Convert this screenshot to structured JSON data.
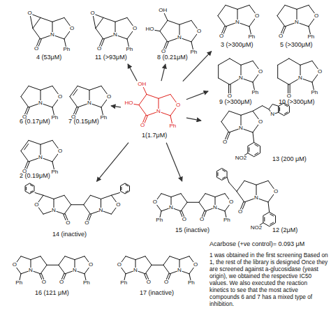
{
  "diagram": {
    "nodes": [
      {
        "text": [
          "4 (53μM)"
        ]
      },
      {
        "text": [
          "11 (>93μM)"
        ]
      },
      {
        "text": [
          "8 (0.21μM)"
        ]
      },
      {
        "text": [
          "3 (>300μM)"
        ]
      },
      {
        "text": [
          "5 (>300μM)"
        ]
      },
      {
        "text": [
          "9 (>300μM)"
        ]
      },
      {
        "text": [
          "10 (>300μM)"
        ]
      },
      {
        "text": [
          "6 (0.17μM)"
        ]
      },
      {
        "text": [
          "7 (0.15μM)"
        ]
      },
      {
        "text": [
          "1(1.7μM)"
        ]
      },
      {
        "text": [
          "13 (200 μM)"
        ]
      },
      {
        "text": [
          "2 (0.19μM)"
        ]
      },
      {
        "text": [
          "12 (2μM)"
        ]
      },
      {
        "text": [
          "14 (inactive)"
        ]
      },
      {
        "text": [
          "15 (inactive)"
        ]
      },
      {
        "text": [
          "16 (121 μM)"
        ]
      },
      {
        "text": [
          "17 (inactive)"
        ]
      }
    ],
    "edges": [
      {
        "from": 9,
        "to": 1,
        "arrow": "to"
      },
      {
        "from": 9,
        "to": 2,
        "arrow": "to"
      },
      {
        "from": 9,
        "to": 3,
        "arrow": "to"
      },
      {
        "from": 9,
        "to": 5,
        "arrow": "to"
      },
      {
        "from": 9,
        "to": 10,
        "arrow": "to"
      },
      {
        "from": 9,
        "to": 8,
        "arrow": "to"
      },
      {
        "from": 9,
        "to": 13,
        "arrow": "to"
      },
      {
        "from": 9,
        "to": 14,
        "arrow": "to"
      }
    ],
    "labels": [
      "O",
      "N",
      "O",
      "Ph",
      "O",
      "O",
      "N",
      "O",
      "Ph",
      "O",
      "O",
      "N",
      "O",
      "Ph",
      "HO",
      "OH",
      "O",
      "N",
      "O",
      "Ph",
      "O",
      "N",
      "O",
      "Ph",
      "O",
      "N",
      "O",
      "Ph",
      "O",
      "N",
      "O",
      "Ph",
      "O",
      "N",
      "O",
      "Ph",
      "O",
      "N",
      "O",
      "Ph",
      "O",
      "N",
      "O",
      "Ph",
      "HO",
      "OH",
      "O",
      "N",
      "O",
      "NO2",
      "N",
      "O",
      "N",
      "O",
      "Ph",
      "O",
      "N",
      "O",
      "NO2",
      "O",
      "N",
      "O",
      "O",
      "N",
      "O",
      "O",
      "N",
      "O",
      "Ph",
      "O",
      "N",
      "O",
      "Ph",
      "O",
      "N",
      "O",
      "Ph",
      "O",
      "N",
      "O",
      "Ph",
      "O",
      "N",
      "O",
      "Ph",
      "O",
      "N",
      "O",
      "Ph",
      "Acarbose (+ve control)= 0.093 μM",
      "1 was obtained in the first screening Based on 1, the rest of the library is designed Once they are screened against a-glucosidase (yeast origin), we obtained the respective IC50 values. We also executed the reaction kinetics to see that the most active compounds 6 and 7 has a mixed type of inhibition."
    ]
  }
}
